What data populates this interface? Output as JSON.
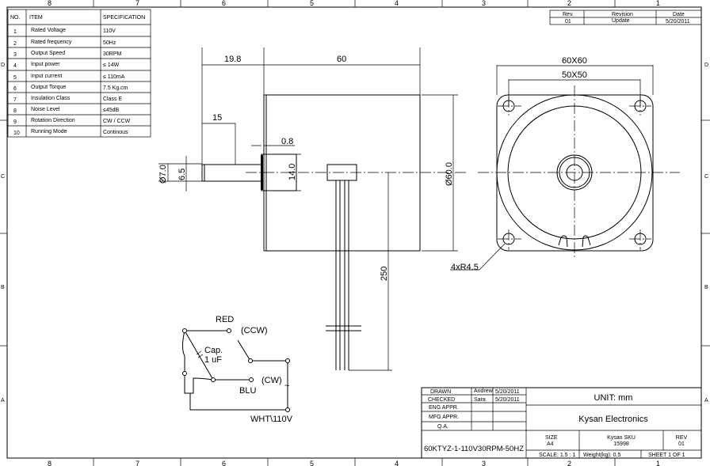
{
  "border": {
    "columns": [
      "8",
      "7",
      "6",
      "5",
      "4",
      "3",
      "2",
      "1"
    ],
    "rows": [
      "D",
      "C",
      "B",
      "A"
    ]
  },
  "spec_table": {
    "headers": {
      "no": "NO.",
      "item": "ITEM",
      "spec": "SPECIFICATION"
    },
    "rows": [
      {
        "no": "1",
        "item": "Rated Voltage",
        "spec": "110V"
      },
      {
        "no": "2",
        "item": "Rated frequency",
        "spec": "50Hz"
      },
      {
        "no": "3",
        "item": "Output Speed",
        "spec": "30RPM"
      },
      {
        "no": "4",
        "item": "Input power",
        "spec": "≤ 14W"
      },
      {
        "no": "5",
        "item": "Input current",
        "spec": "≤ 110mA"
      },
      {
        "no": "6",
        "item": "Output Torque",
        "spec": "7.5 Kg.cm"
      },
      {
        "no": "7",
        "item": "Insulation Class",
        "spec": "Class E"
      },
      {
        "no": "8",
        "item": "Noise Level",
        "spec": "≤45dB"
      },
      {
        "no": "9",
        "item": "Rotation Direction",
        "spec": "CW / CCW"
      },
      {
        "no": "10",
        "item": "Running Mode",
        "spec": "Continous"
      }
    ]
  },
  "revision_table": {
    "headers": {
      "rev": "Rev.",
      "revision": "Revision",
      "date": "Date"
    },
    "row": {
      "rev": "01",
      "revision": "Update",
      "date": "5/20/2011"
    }
  },
  "dimensions": {
    "shaft_extension": "19.8",
    "body_length": "60",
    "flat_length": "15",
    "boss_offset": "0.8",
    "shaft_dia": "Ø7.0",
    "flat_height": "6.5",
    "boss_dia": "14.0",
    "body_dia": "Ø60.0",
    "lead_length": "250",
    "flange": "60X60",
    "hole_pitch": "50X50",
    "holes": "4xR4.5"
  },
  "wiring": {
    "red": "RED",
    "ccw": "(CCW)",
    "cap_line1": "Cap.",
    "cap_line2": "1 uF",
    "cw": "(CW)",
    "blu": "BLU",
    "ac": "~",
    "wht": "WHT\\110V"
  },
  "title_block": {
    "drawn_label": "DRAWN",
    "drawn_by": "Andrew",
    "drawn_date": "5/20/2011",
    "checked_label": "CHECKED",
    "checked_by": "Sara",
    "checked_date": "5/20/2011",
    "eng_label": "ENG APPR.",
    "mfg_label": "MFG APPR.",
    "qa_label": "Q.A.",
    "unit": "UNIT: mm",
    "company": "Kysan Electronics",
    "part_name": "60KTYZ-1-110V30RPM-50HZ",
    "size_label": "SIZE",
    "size": "A4",
    "sku_label": "Kysan SKU",
    "sku": "15998",
    "rev_label": "REV",
    "rev": "01",
    "scale": "SCALE: 1.5 : 1",
    "weight": "Weight(kg): 0.5",
    "sheet": "SHEET 1 OF 1"
  }
}
